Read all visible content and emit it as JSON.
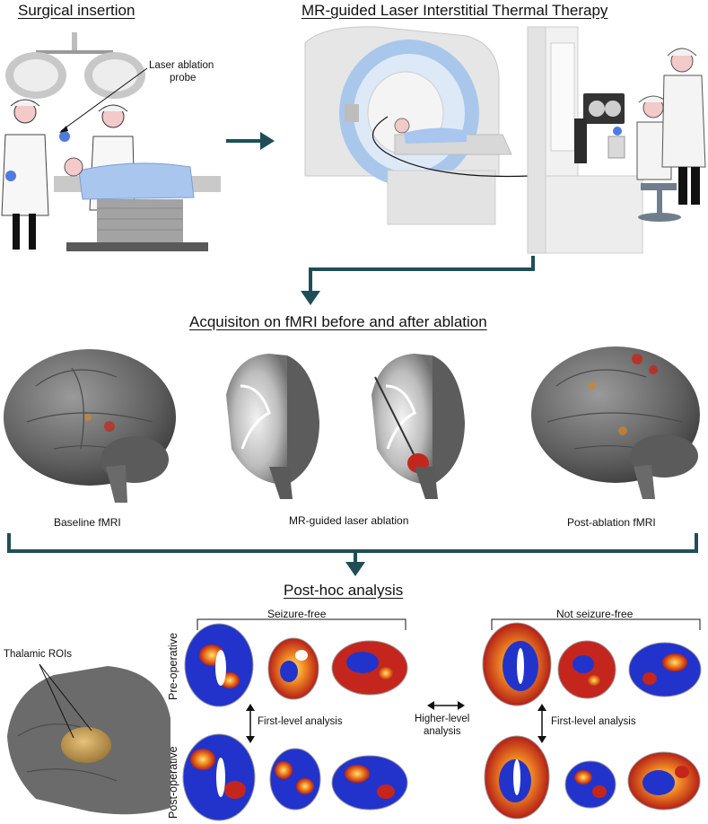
{
  "top": {
    "left_title": "Surgical insertion",
    "right_title": "MR-guided Laser Interstitial Thermal Therapy",
    "probe_label_line1": "Laser ablation",
    "probe_label_line2": "probe"
  },
  "middle": {
    "title": "Acquisiton on fMRI before and after ablation",
    "captions": [
      "Baseline fMRI",
      "MR-guided laser ablation",
      "Post-ablation fMRI"
    ]
  },
  "bottom": {
    "title": "Post-hoc analysis",
    "roi_label": "Thalamic ROIs",
    "group_seizure_free": "Seizure-free",
    "group_not_seizure_free": "Not seizure-free",
    "row_pre": "Pre-operative",
    "row_post": "Post-operative",
    "first_level": "First-level analysis",
    "higher_level_line1": "Higher-level",
    "higher_level_line2": "analysis"
  },
  "colors": {
    "arrow": "#1f4e57",
    "scanner_ring": "#a9c7ea",
    "patient_blue": "#a8c6ee",
    "glove_blue": "#4f7be0",
    "brain_gray": "#6f6f6f",
    "heat_red": "#c4261d",
    "heat_yellow": "#f4c430",
    "map_blue": "#2233cc"
  }
}
